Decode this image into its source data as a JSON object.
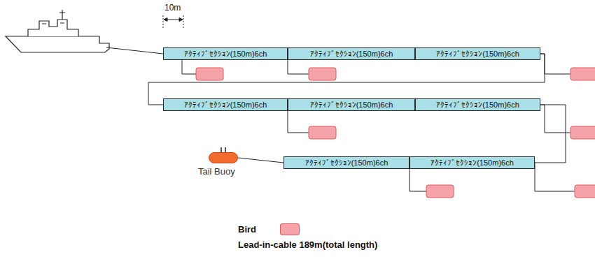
{
  "diagram": {
    "nodes": [
      {
        "text": [
          "ｱｸﾃｨﾌﾞｾｸｼｮﾝ(150m)6ch"
        ]
      },
      {
        "text": [
          "ｱｸﾃｨﾌﾞｾｸｼｮﾝ(150m)6ch"
        ]
      },
      {
        "text": [
          "ｱｸﾃｨﾌﾞｾｸｼｮﾝ(150m)6ch"
        ]
      },
      {
        "text": [
          "ｱｸﾃｨﾌﾞｾｸｼｮﾝ(150m)6ch"
        ]
      },
      {
        "text": [
          "ｱｸﾃｨﾌﾞｾｸｼｮﾝ(150m)6ch"
        ]
      },
      {
        "text": [
          "ｱｸﾃｨﾌﾞｾｸｼｮﾝ(150m)6ch"
        ]
      },
      {
        "text": [
          "Tail Buoy"
        ]
      },
      {
        "text": [
          "ｱｸﾃｨﾌﾞｾｸｼｮﾝ(150m)6ch"
        ]
      },
      {
        "text": [
          "ｱｸﾃｨﾌﾞｾｸｼｮﾝ(150m)6ch"
        ]
      }
    ],
    "edges": [
      {
        "from": 2,
        "to": 3,
        "arrow": "none"
      },
      {
        "from": 5,
        "to": 8,
        "arrow": "none"
      },
      {
        "from": 7,
        "to": 6,
        "arrow": "none"
      }
    ],
    "labels": [
      "10m",
      "Lead-in-cable 189m(total length)"
    ],
    "legend": [
      {
        "text": "Bird",
        "color": "#f5a3a8"
      }
    ]
  }
}
